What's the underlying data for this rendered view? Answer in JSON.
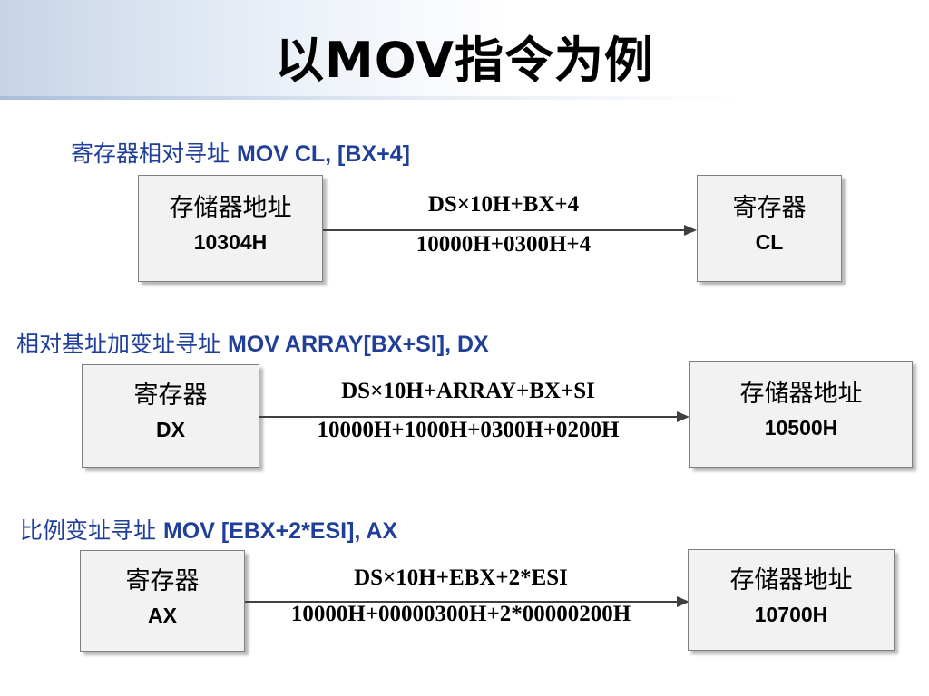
{
  "slide": {
    "title": "以MOV指令为例"
  },
  "sections": [
    {
      "caption_cn": "寄存器相对寻址 ",
      "caption_code": "MOV CL, [BX+4]",
      "source_box": {
        "label": "存储器地址",
        "value": "10304H"
      },
      "formula_top": "DS×10H+BX+4",
      "formula_bottom": "10000H+0300H+4",
      "target_box": {
        "label": "寄存器",
        "value": "CL"
      }
    },
    {
      "caption_cn": "相对基址加变址寻址 ",
      "caption_code": "MOV ARRAY[BX+SI], DX",
      "source_box": {
        "label": "寄存器",
        "value": "DX"
      },
      "formula_top": "DS×10H+ARRAY+BX+SI",
      "formula_bottom": "10000H+1000H+0300H+0200H",
      "target_box": {
        "label": "存储器地址",
        "value": "10500H"
      }
    },
    {
      "caption_cn": "比例变址寻址 ",
      "caption_code": "MOV [EBX+2*ESI], AX",
      "source_box": {
        "label": "寄存器",
        "value": "AX"
      },
      "formula_top": "DS×10H+EBX+2*ESI",
      "formula_bottom": "10000H+00000300H+2*00000200H",
      "target_box": {
        "label": "存储器地址",
        "value": "10700H"
      }
    }
  ]
}
